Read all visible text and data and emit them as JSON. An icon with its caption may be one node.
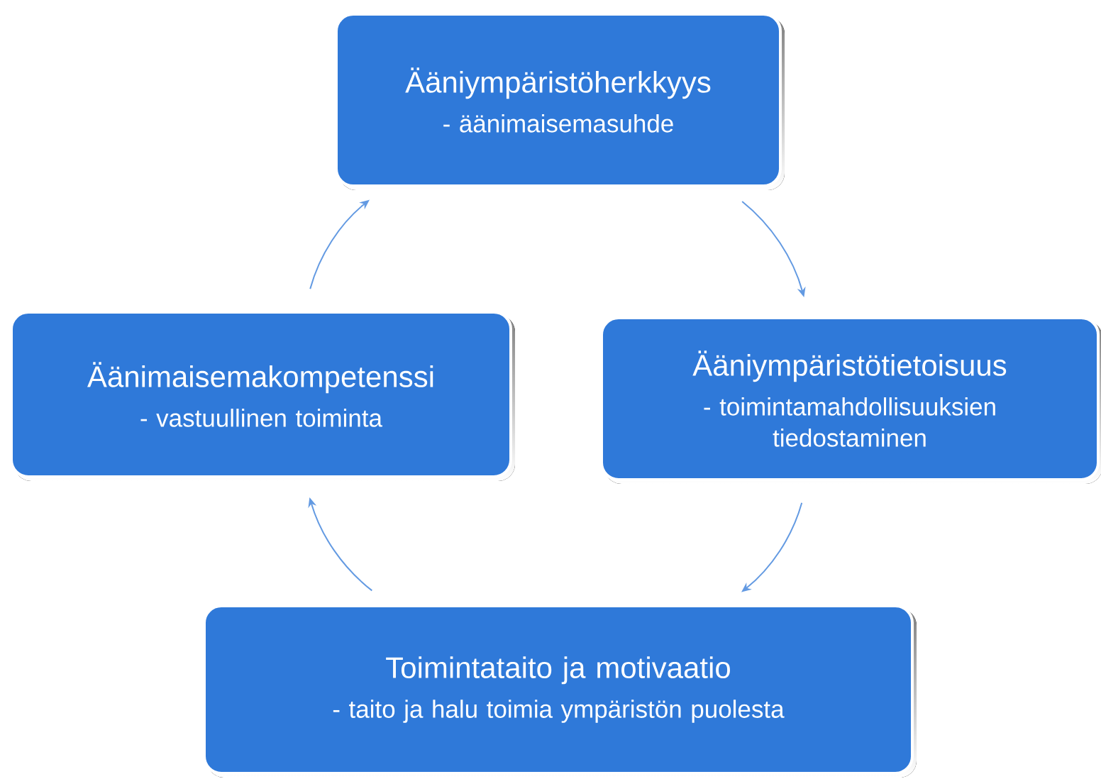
{
  "diagram": {
    "nodes": [
      {
        "text": [
          "Ääniympäristöherkkyys",
          "- äänimaisemasuhde"
        ]
      },
      {
        "text": [
          "Ääniympäristötietoisuus",
          "- toimintamahdollisuuksien tiedostaminen"
        ]
      },
      {
        "text": [
          "Toimintataito ja motivaatio",
          "- taito ja halu toimia ympäristön puolesta"
        ]
      },
      {
        "text": [
          "Äänimaisemakompetenssi",
          "- vastuullinen toiminta"
        ]
      }
    ],
    "edges": [
      {
        "from": 0,
        "to": 1,
        "arrow": "to"
      },
      {
        "from": 1,
        "to": 2,
        "arrow": "to"
      },
      {
        "from": 2,
        "to": 3,
        "arrow": "to"
      },
      {
        "from": 3,
        "to": 0,
        "arrow": "to"
      }
    ]
  }
}
